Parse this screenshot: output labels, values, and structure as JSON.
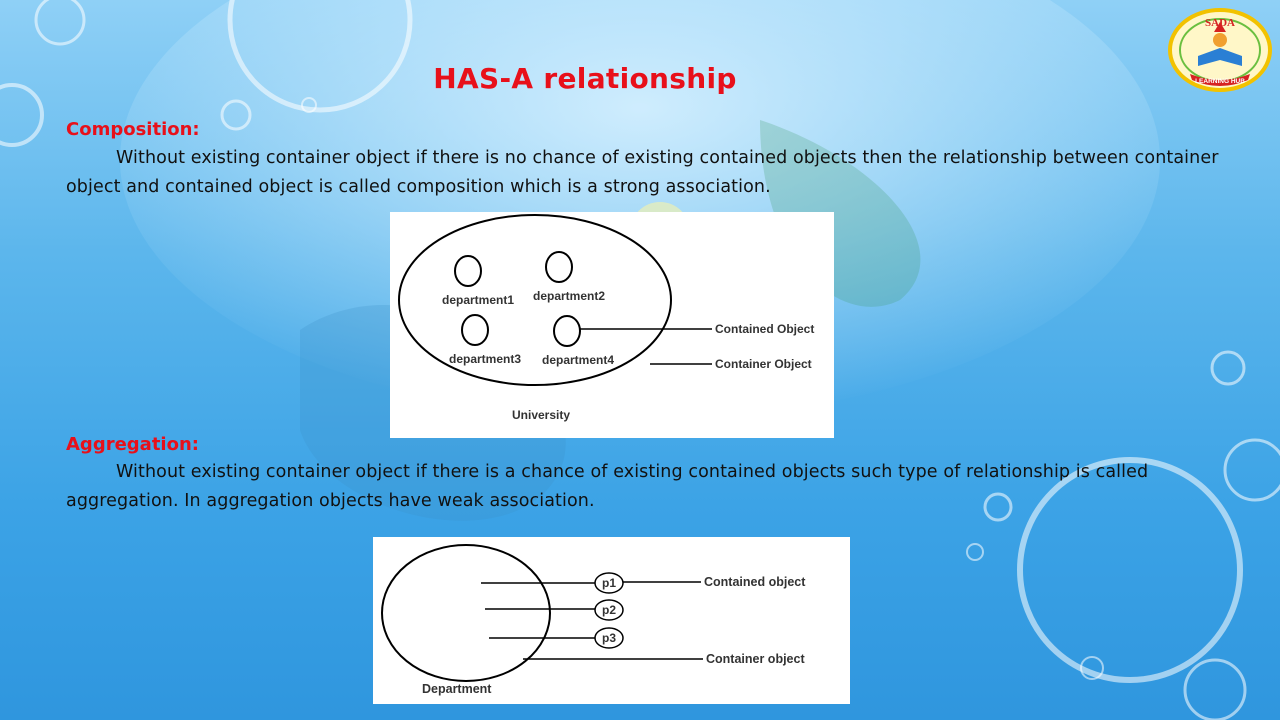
{
  "slide": {
    "title": "HAS-A relationship",
    "composition": {
      "heading": "Composition:",
      "text": "Without existing container object if there is no chance of existing contained objects then the relationship between container object and contained object is called composition which is a strong association."
    },
    "aggregation": {
      "heading": "Aggregation:",
      "text": "Without existing container object if there is a chance of existing contained objects such type of relationship is called aggregation. In aggregation objects have weak association."
    }
  },
  "composition_diagram": {
    "departments": [
      "department1",
      "department2",
      "department3",
      "department4"
    ],
    "container_label": "University",
    "contained_object_label": "Contained Object",
    "container_object_label": "Container Object"
  },
  "aggregation_diagram": {
    "parts": [
      "p1",
      "p2",
      "p3"
    ],
    "container_label": "Department",
    "contained_object_label": "Contained object",
    "container_object_label": "Container object"
  },
  "logo": {
    "text_top": "SADA",
    "text_bottom": "LEARNING HUB",
    "colors": {
      "ring": "#f2c200",
      "ribbon": "#d62222",
      "book": "#2a7fd4"
    }
  }
}
